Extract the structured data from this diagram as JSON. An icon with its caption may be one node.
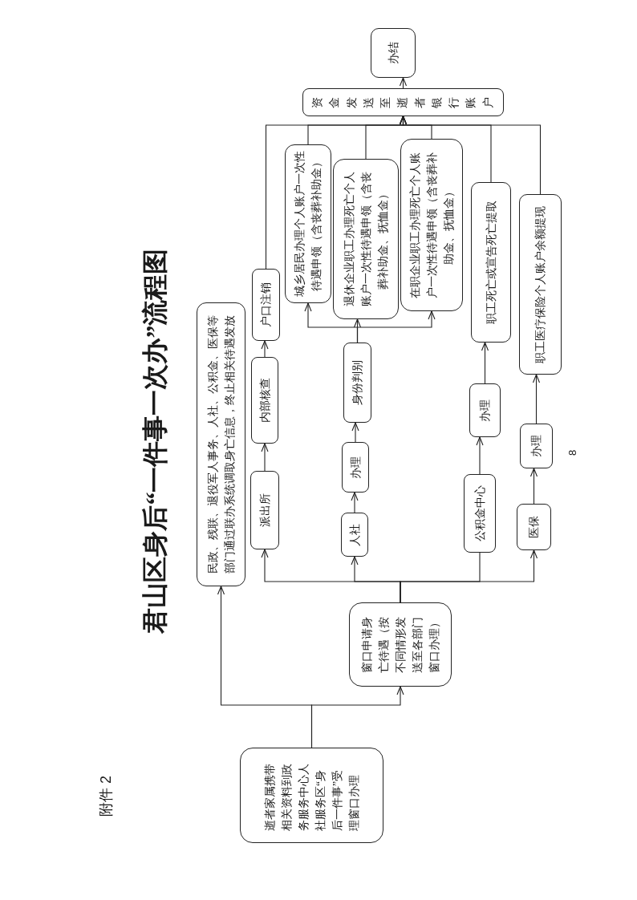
{
  "diagram": {
    "title": "君山区身后“一件事一次办”流程图",
    "nodes": [
      {
        "text": [
          "逝者家属携带相关资料到政务服务中心人社服务区“身后一件事”受理窗口办理"
        ]
      },
      {
        "text": [
          "民政、残联、退役军人事务、人社、公积金、医保等部门通过联办系统调取身亡信息，终止相关待遇发放"
        ]
      },
      {
        "text": [
          "窗口申请身亡待遇（按不同情形发送至各部门窗口办理）"
        ]
      },
      {
        "text": [
          "派出所"
        ]
      },
      {
        "text": [
          "内部核查"
        ]
      },
      {
        "text": [
          "户口注销"
        ]
      },
      {
        "text": [
          "人社"
        ]
      },
      {
        "text": [
          "办理"
        ]
      },
      {
        "text": [
          "身份判别"
        ]
      },
      {
        "text": [
          "城乡居民办理个人账户一次性待遇申领（含丧葬补助金）"
        ]
      },
      {
        "text": [
          "退休企业职工办理死亡个人账户一次性待遇申领（含丧葬补助金、抚恤金）"
        ]
      },
      {
        "text": [
          "在职企业职工办理死亡个人账户一次性待遇申领（含丧葬补助金、抚恤金）"
        ]
      },
      {
        "text": [
          "公积金中心"
        ]
      },
      {
        "text": [
          "办理"
        ]
      },
      {
        "text": [
          "职工死亡或宣告死亡提取"
        ]
      },
      {
        "text": [
          "医保"
        ]
      },
      {
        "text": [
          "办理"
        ]
      },
      {
        "text": [
          "职工医疗保险个人账户余额提现"
        ]
      },
      {
        "text": [
          "资金发送至逝者银行账户"
        ]
      },
      {
        "text": [
          "办结"
        ]
      }
    ],
    "edges": [
      {
        "from": 0,
        "to": 1,
        "arrow": "to"
      },
      {
        "from": 0,
        "to": 2,
        "arrow": "to"
      },
      {
        "from": 2,
        "to": 3,
        "arrow": "to"
      },
      {
        "from": 2,
        "to": 6,
        "arrow": "to"
      },
      {
        "from": 2,
        "to": 12,
        "arrow": "none"
      },
      {
        "from": 2,
        "to": 15,
        "arrow": "to"
      },
      {
        "from": 3,
        "to": 4,
        "arrow": "to"
      },
      {
        "from": 4,
        "to": 5,
        "arrow": "to"
      },
      {
        "from": 5,
        "to": 18,
        "arrow": "to"
      },
      {
        "from": 6,
        "to": 7,
        "arrow": "to"
      },
      {
        "from": 7,
        "to": 8,
        "arrow": "to"
      },
      {
        "from": 8,
        "to": 9,
        "arrow": "to"
      },
      {
        "from": 8,
        "to": 10,
        "arrow": "to"
      },
      {
        "from": 8,
        "to": 11,
        "arrow": "to"
      },
      {
        "from": 9,
        "to": 18,
        "arrow": "to"
      },
      {
        "from": 10,
        "to": 18,
        "arrow": "to"
      },
      {
        "from": 11,
        "to": 18,
        "arrow": "to"
      },
      {
        "from": 12,
        "to": 13,
        "arrow": "to"
      },
      {
        "from": 13,
        "to": 14,
        "arrow": "to"
      },
      {
        "from": 14,
        "to": 18,
        "arrow": "to"
      },
      {
        "from": 15,
        "to": 16,
        "arrow": "to"
      },
      {
        "from": 16,
        "to": 17,
        "arrow": "to"
      },
      {
        "from": 17,
        "to": 18,
        "arrow": "to"
      },
      {
        "from": 18,
        "to": 19,
        "arrow": "to"
      }
    ],
    "labels": [
      "附件 2",
      "8"
    ]
  }
}
